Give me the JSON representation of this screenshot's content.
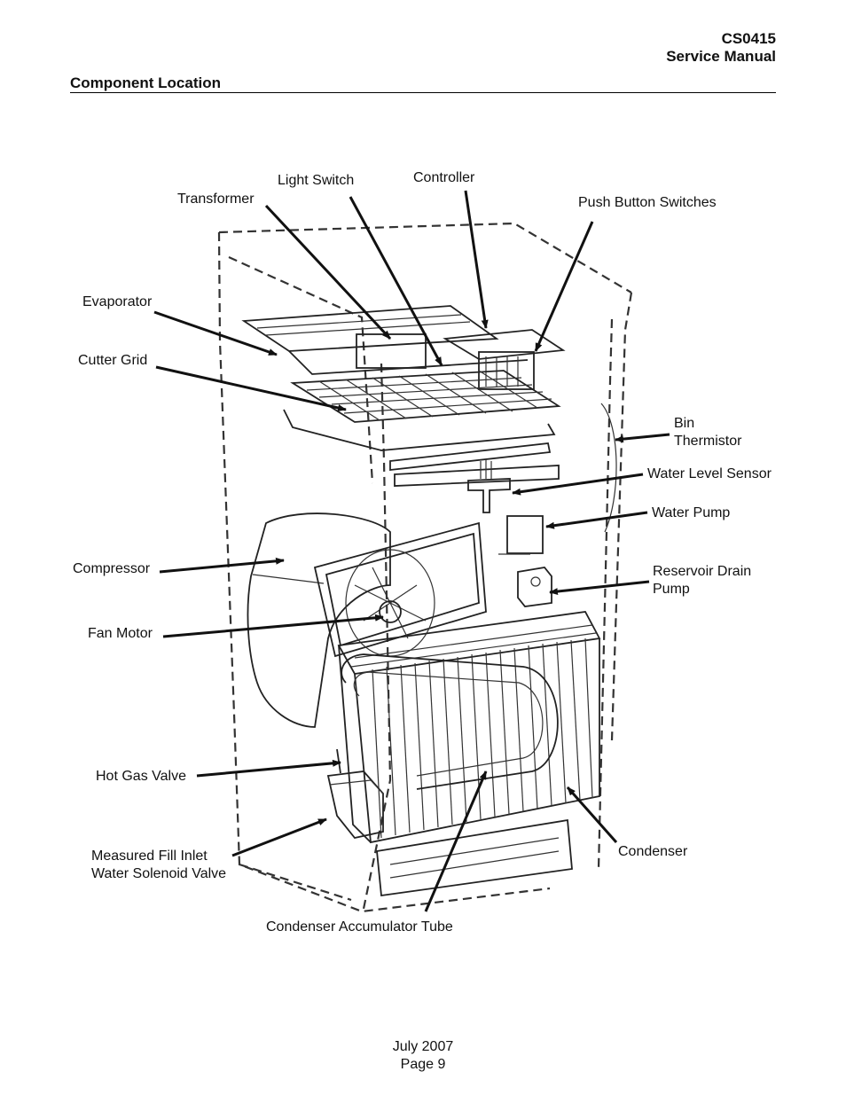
{
  "header": {
    "doc_code": "CS0415",
    "doc_title": "Service Manual",
    "section_title": "Component Location"
  },
  "callouts": {
    "light_switch": "Light Switch",
    "controller": "Controller",
    "transformer": "Transformer",
    "push_button_switches": "Push Button Switches",
    "evaporator": "Evaporator",
    "cutter_grid": "Cutter Grid",
    "bin_thermistor_line1": "Bin",
    "bin_thermistor_line2": "Thermistor",
    "water_level_sensor": "Water Level Sensor",
    "water_pump": "Water Pump",
    "compressor": "Compressor",
    "reservoir_drain_pump_line1": "Reservoir Drain",
    "reservoir_drain_pump_line2": "Pump",
    "fan_motor": "Fan Motor",
    "hot_gas_valve": "Hot Gas Valve",
    "measured_fill_line1": "Measured Fill Inlet",
    "measured_fill_line2": "Water Solenoid Valve",
    "condenser": "Condenser",
    "condenser_accumulator_tube": "Condenser Accumulator Tube"
  },
  "footer": {
    "date": "July 2007",
    "page": "Page 9"
  }
}
